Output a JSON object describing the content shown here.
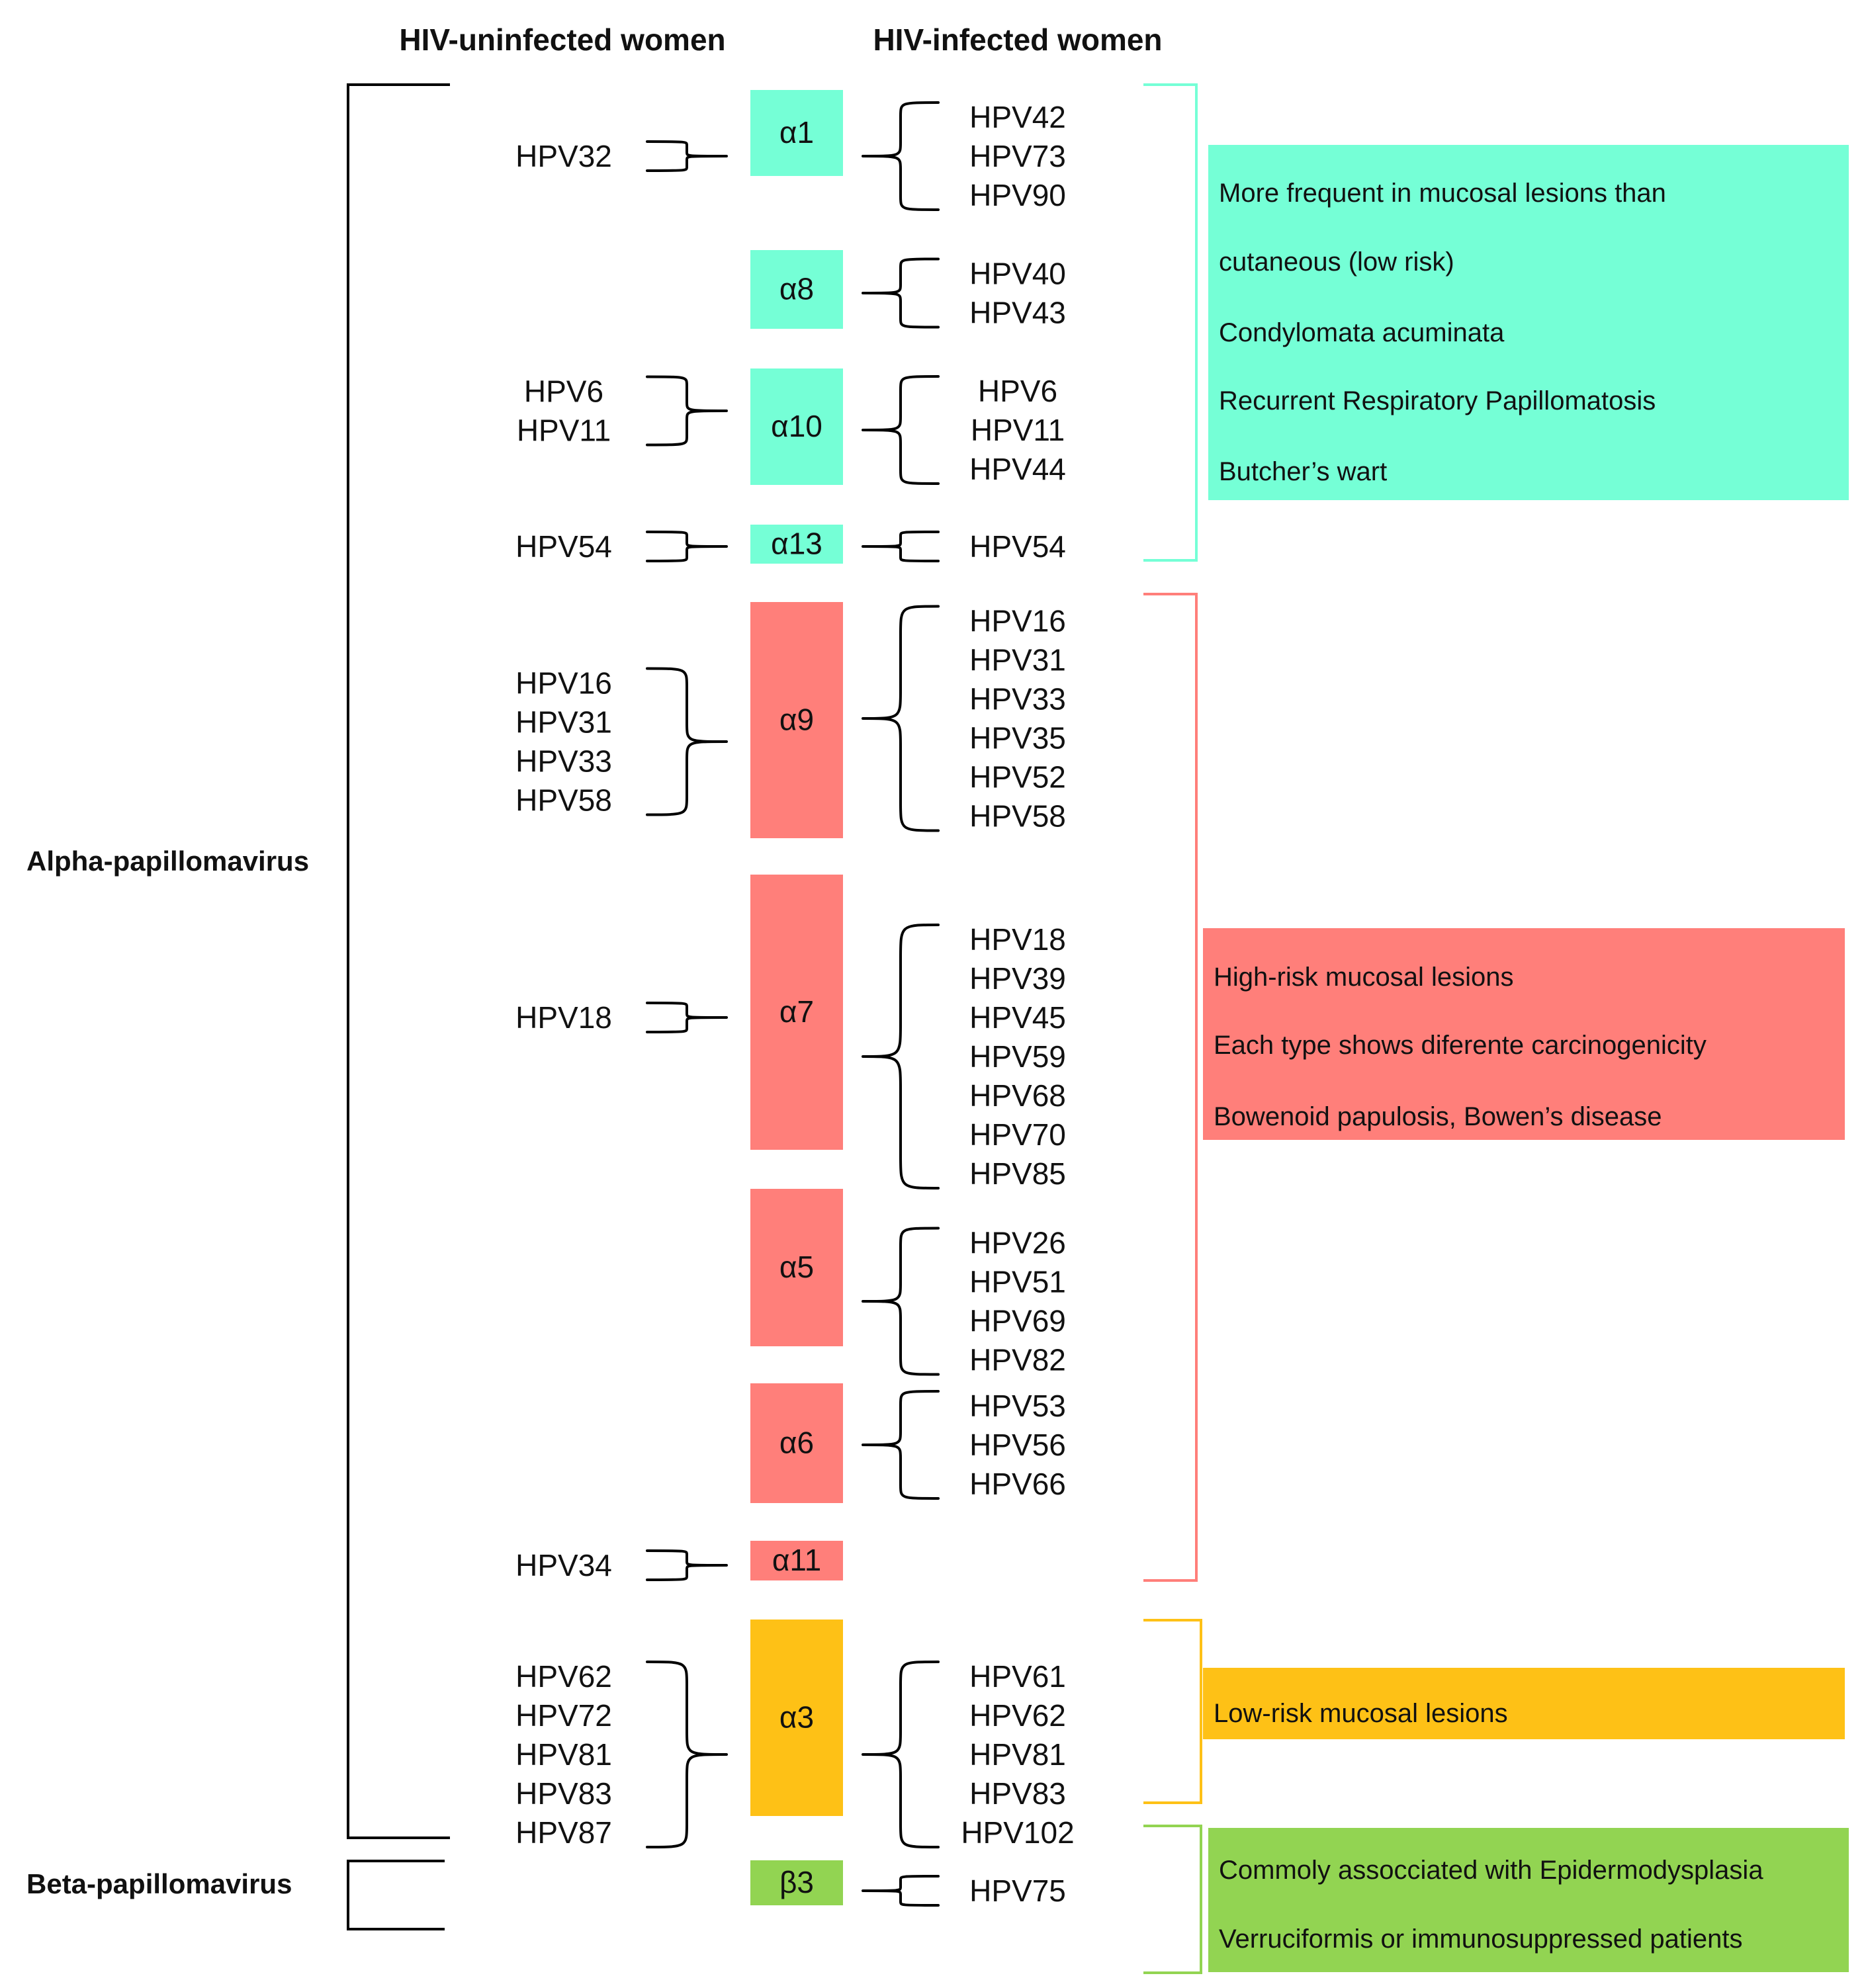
{
  "headers": {
    "uninfected": "HIV-uninfected women",
    "infected": "HIV-infected women"
  },
  "genera": {
    "alpha": "Alpha-papillomavirus",
    "beta": "Beta-papillomavirus"
  },
  "colors": {
    "teal": "#75FFD6",
    "red": "#FF7F7A",
    "orange": "#FEC116",
    "green": "#92D452"
  },
  "species": [
    {
      "label": "α1",
      "color": "teal",
      "uninfected": [
        "HPV32"
      ],
      "infected": [
        "HPV42",
        "HPV73",
        "HPV90"
      ]
    },
    {
      "label": "α8",
      "color": "teal",
      "uninfected": [],
      "infected": [
        "HPV40",
        "HPV43"
      ]
    },
    {
      "label": "α10",
      "color": "teal",
      "uninfected": [
        "HPV6",
        "HPV11"
      ],
      "infected": [
        "HPV6",
        "HPV11",
        "HPV44"
      ]
    },
    {
      "label": "α13",
      "color": "teal",
      "uninfected": [
        "HPV54"
      ],
      "infected": [
        "HPV54"
      ]
    },
    {
      "label": "α9",
      "color": "red",
      "uninfected": [
        "HPV16",
        "HPV31",
        "HPV33",
        "HPV58"
      ],
      "infected": [
        "HPV16",
        "HPV31",
        "HPV33",
        "HPV35",
        "HPV52",
        "HPV58"
      ]
    },
    {
      "label": "α7",
      "color": "red",
      "uninfected": [
        "HPV18"
      ],
      "infected": [
        "HPV18",
        "HPV39",
        "HPV45",
        "HPV59",
        "HPV68",
        "HPV70",
        "HPV85"
      ]
    },
    {
      "label": "α5",
      "color": "red",
      "uninfected": [],
      "infected": [
        "HPV26",
        "HPV51",
        "HPV69",
        "HPV82"
      ]
    },
    {
      "label": "α6",
      "color": "red",
      "uninfected": [],
      "infected": [
        "HPV53",
        "HPV56",
        "HPV66"
      ]
    },
    {
      "label": "α11",
      "color": "red",
      "uninfected": [
        "HPV34"
      ],
      "infected": []
    },
    {
      "label": "α3",
      "color": "orange",
      "uninfected": [
        "HPV62",
        "HPV72",
        "HPV81",
        "HPV83",
        "HPV87"
      ],
      "infected": [
        "HPV61",
        "HPV62",
        "HPV81",
        "HPV83",
        "HPV102"
      ]
    },
    {
      "label": "β3",
      "color": "green",
      "uninfected": [],
      "infected": [
        "HPV75"
      ]
    }
  ],
  "notes": [
    {
      "color": "teal",
      "lines": [
        "More frequent in mucosal lesions than",
        "cutaneous (low risk)",
        "Condylomata acuminata",
        "Recurrent Respiratory Papillomatosis",
        "Butcher’s wart"
      ]
    },
    {
      "color": "red",
      "lines": [
        "High-risk mucosal lesions",
        "Each type shows diferente carcinogenicity",
        "Bowenoid papulosis, Bowen’s disease"
      ]
    },
    {
      "color": "orange",
      "lines": [
        "Low-risk mucosal lesions"
      ]
    },
    {
      "color": "green",
      "lines": [
        "Commoly assocciated with Epidermodysplasia",
        "Verruciformis or immunosuppressed patients"
      ]
    }
  ]
}
